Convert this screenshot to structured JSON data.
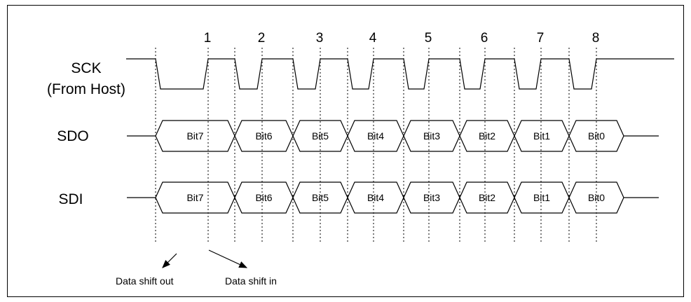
{
  "diagram": {
    "clock_numbers": [
      "1",
      "2",
      "3",
      "4",
      "5",
      "6",
      "7",
      "8"
    ],
    "signals": {
      "sck": {
        "line1": "SCK",
        "line2": "(From Host)"
      },
      "sdo": {
        "label": "SDO"
      },
      "sdi": {
        "label": "SDI"
      }
    },
    "sdo_bits": [
      "Bit7",
      "Bit6",
      "Bit5",
      "Bit4",
      "Bit3",
      "Bit2",
      "Bit1",
      "Bit0"
    ],
    "sdi_bits": [
      "Bit7",
      "Bit6",
      "Bit5",
      "Bit4",
      "Bit3",
      "Bit2",
      "Bit1",
      "Bit0"
    ],
    "annotations": {
      "shift_out": "Data shift out",
      "shift_in": "Data shift  in"
    }
  }
}
